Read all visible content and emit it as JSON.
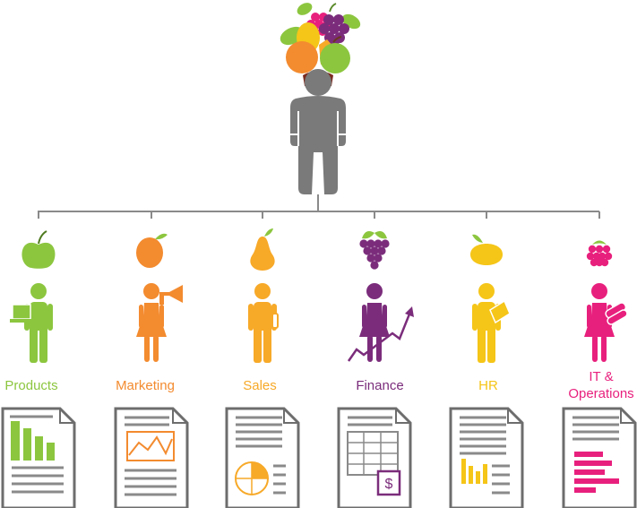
{
  "connector_color": "#8a8a8a",
  "doc_border_color": "#6d6d6d",
  "leader": {
    "icon": "fruit-headed-person-icon",
    "color": "#7a7a7a"
  },
  "departments": [
    {
      "id": "products",
      "label_lines": [
        "Products"
      ],
      "color": "#8cc63f",
      "fruit": "apple-icon",
      "chart": "bar-chart-icon"
    },
    {
      "id": "marketing",
      "label_lines": [
        "Marketing"
      ],
      "color": "#f38b2f",
      "fruit": "orange-icon",
      "chart": "line-chart-icon"
    },
    {
      "id": "sales",
      "label_lines": [
        "Sales"
      ],
      "color": "#f7a928",
      "fruit": "pear-icon",
      "chart": "pie-chart-icon"
    },
    {
      "id": "finance",
      "label_lines": [
        "Finance"
      ],
      "color": "#7b2d7b",
      "fruit": "grapes-icon",
      "chart": "spreadsheet-icon"
    },
    {
      "id": "hr",
      "label_lines": [
        "HR"
      ],
      "color": "#f5c518",
      "fruit": "lemon-icon",
      "chart": "small-bar-chart-icon"
    },
    {
      "id": "it-ops",
      "label_lines": [
        "IT &",
        "Operations"
      ],
      "color": "#e8207d",
      "fruit": "raspberry-icon",
      "chart": "horizontal-bar-chart-icon"
    }
  ],
  "finance_doc_symbol": "$"
}
